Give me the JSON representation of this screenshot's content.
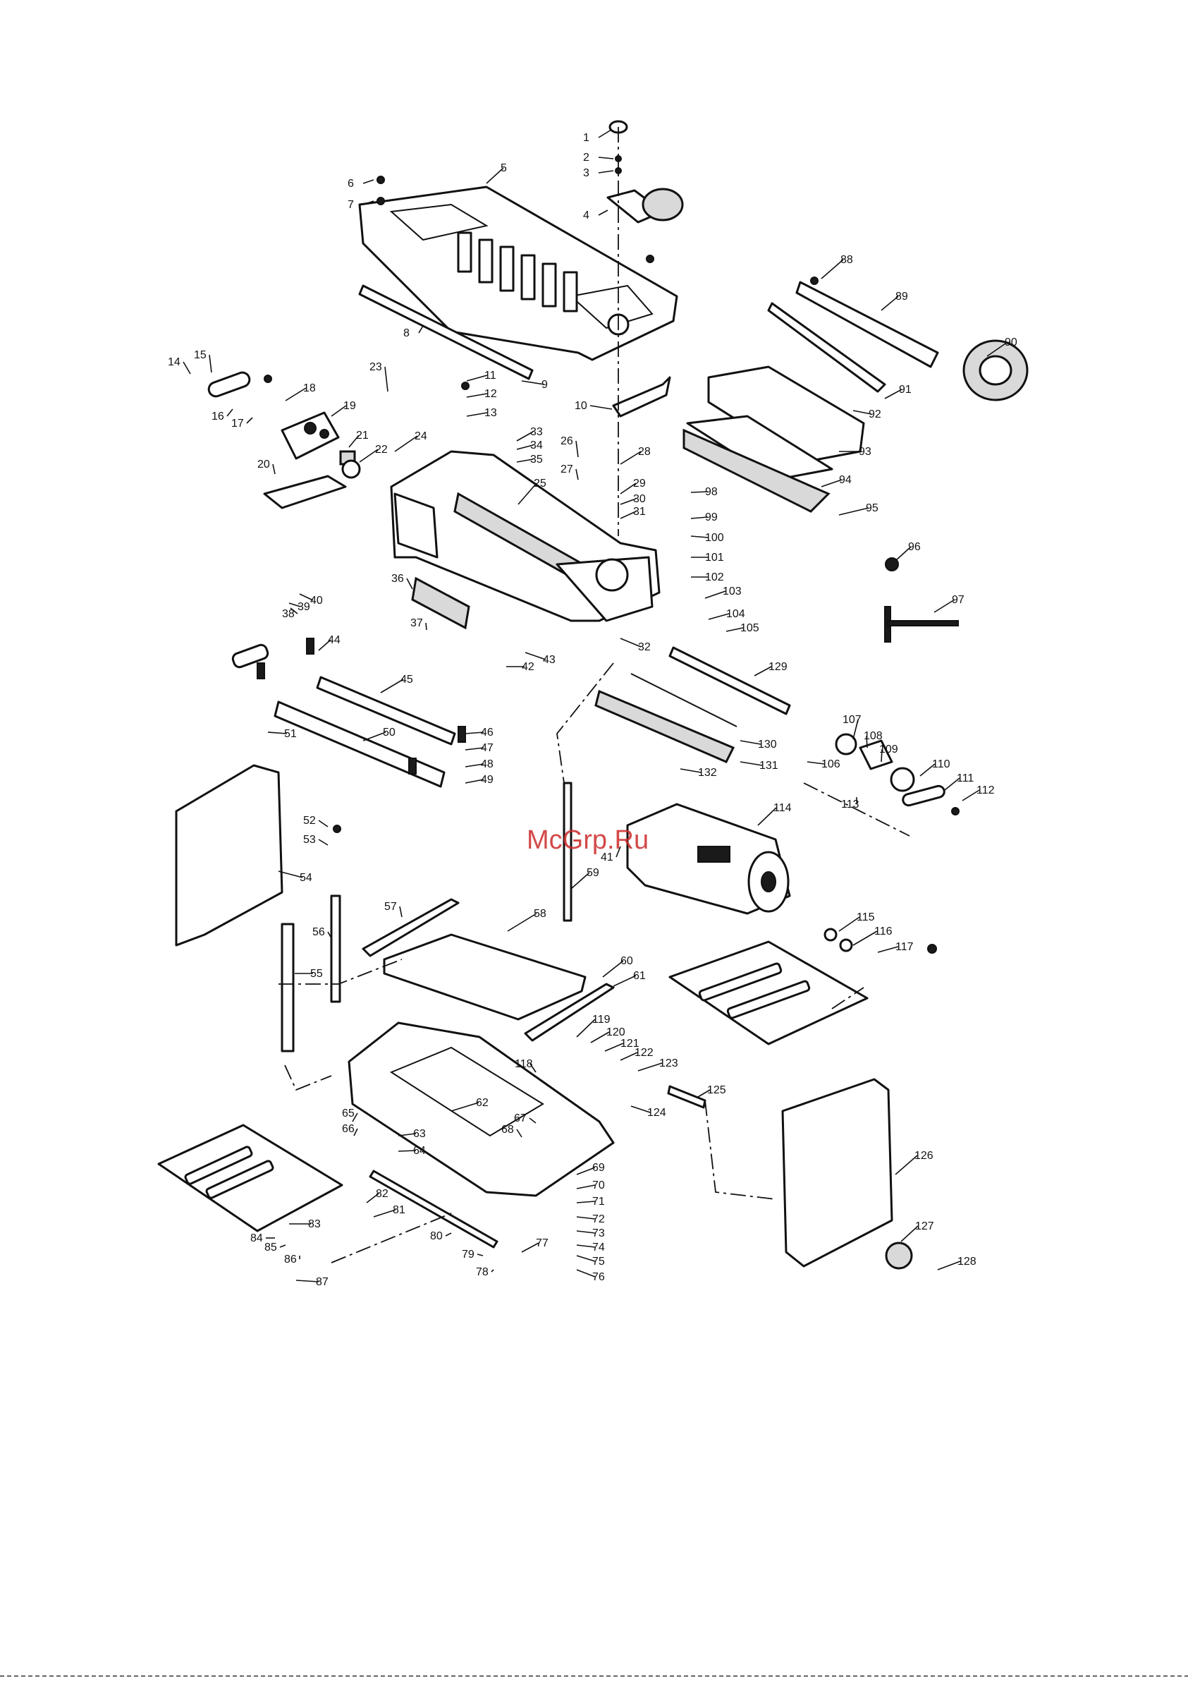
{
  "watermark": "McGrp.Ru",
  "labels": [
    "1",
    "2",
    "3",
    "4",
    "5",
    "6",
    "7",
    "8",
    "9",
    "10",
    "11",
    "12",
    "13",
    "14",
    "15",
    "16",
    "17",
    "18",
    "19",
    "20",
    "21",
    "22",
    "23",
    "24",
    "25",
    "26",
    "27",
    "28",
    "29",
    "30",
    "31",
    "32",
    "33",
    "34",
    "35",
    "36",
    "37",
    "38",
    "39",
    "40",
    "41",
    "42",
    "43",
    "44",
    "45",
    "46",
    "47",
    "48",
    "49",
    "50",
    "51",
    "52",
    "53",
    "54",
    "55",
    "56",
    "57",
    "58",
    "59",
    "60",
    "61",
    "62",
    "63",
    "64",
    "65",
    "66",
    "67",
    "68",
    "69",
    "70",
    "71",
    "72",
    "73",
    "74",
    "75",
    "76",
    "77",
    "78",
    "79",
    "80",
    "81",
    "82",
    "83",
    "84",
    "85",
    "86",
    "87",
    "88",
    "89",
    "90",
    "91",
    "92",
    "93",
    "94",
    "95",
    "96",
    "97",
    "98",
    "99",
    "100",
    "101",
    "102",
    "103",
    "104",
    "105",
    "106",
    "107",
    "108",
    "109",
    "110",
    "111",
    "112",
    "113",
    "114",
    "115",
    "116",
    "117",
    "118",
    "119",
    "120",
    "121",
    "122",
    "123",
    "124",
    "125",
    "126",
    "127",
    "128",
    "129",
    "130",
    "131",
    "132"
  ]
}
